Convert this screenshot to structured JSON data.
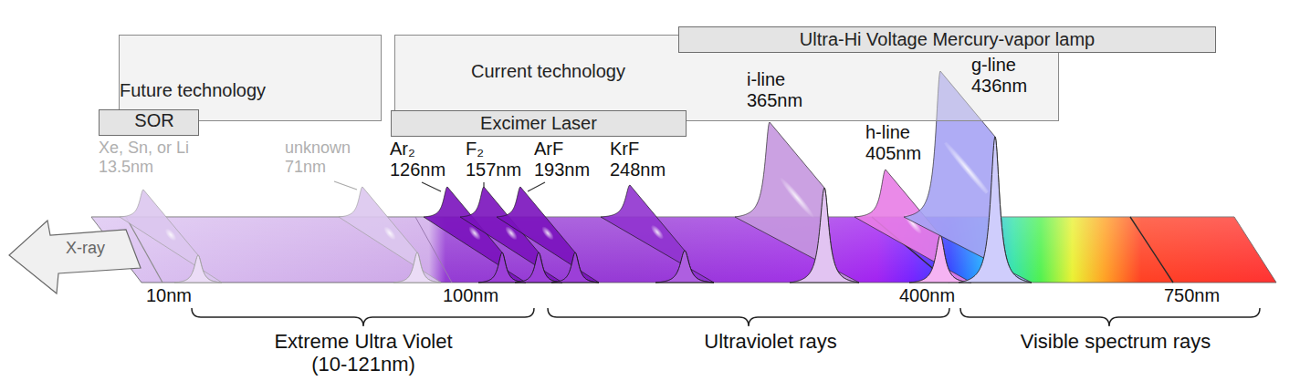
{
  "diagram": {
    "nodes": [
      {
        "text": [
          "Future technology"
        ]
      },
      {
        "text": [
          "SOR"
        ]
      },
      {
        "text": [
          "Current technology"
        ]
      },
      {
        "text": [
          "Ultra-Hi Voltage Mercury-vapor lamp"
        ]
      },
      {
        "text": [
          "Excimer Laser"
        ]
      },
      {
        "text": [
          "X-ray"
        ]
      }
    ],
    "labels": [
      "Xe, Sn, or Li",
      "13.5nm",
      "unknown",
      "71nm",
      "Ar₂",
      "126nm",
      "F₂",
      "157nm",
      "ArF",
      "193nm",
      "KrF",
      "248nm",
      "i-line",
      "365nm",
      "h-line",
      "405nm",
      "g-line",
      "436nm",
      "10nm",
      "100nm",
      "400nm",
      "750nm",
      "Extreme Ultra Violet",
      "(10-121nm)",
      "Ultraviolet rays",
      "Visible spectrum rays"
    ]
  }
}
